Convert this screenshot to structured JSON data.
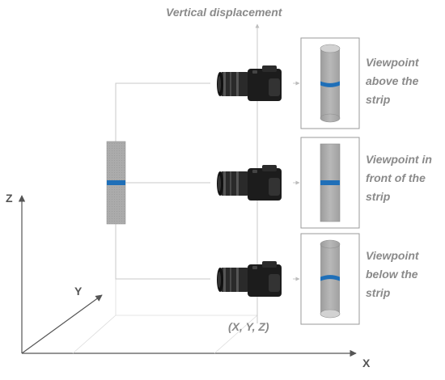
{
  "title": "Vertical displacement",
  "axes": {
    "x": "X",
    "y": "Y",
    "z": "Z"
  },
  "origin_label": "(X, Y, Z)",
  "viewpoints": [
    {
      "label_lines": [
        "Viewpoint",
        "above the",
        "strip"
      ],
      "view": "above"
    },
    {
      "label_lines": [
        "Viewpoint in",
        "front of the",
        "strip"
      ],
      "view": "front"
    },
    {
      "label_lines": [
        "Viewpoint",
        "below the",
        "strip"
      ],
      "view": "below"
    }
  ],
  "colors": {
    "strip": "#a9a9a9",
    "band": "#1f6fb8",
    "axis": "#555555",
    "text": "#8a8a8a",
    "line": "#c8c8c8",
    "camera": "#1c1c1c"
  }
}
